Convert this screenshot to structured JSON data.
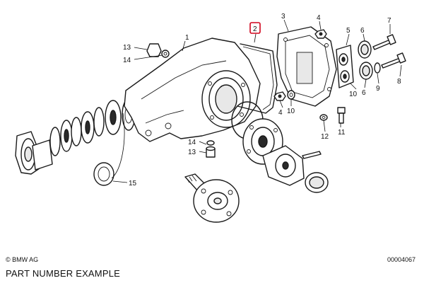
{
  "copyright": "© BMW AG",
  "ref_code": "00004067",
  "caption": "PART NUMBER EXAMPLE",
  "highlight_color": "#d0021b",
  "highlighted_callout": "2",
  "callouts": {
    "c1": "1",
    "c2": "2",
    "c3": "3",
    "c4a": "4",
    "c4b": "4",
    "c5": "5",
    "c6a": "6",
    "c6b": "6",
    "c7": "7",
    "c8": "8",
    "c9": "9",
    "c10a": "10",
    "c10b": "10",
    "c11": "11",
    "c12": "12",
    "c13a": "13",
    "c13b": "13",
    "c14a": "14",
    "c14b": "14",
    "c15": "15"
  }
}
